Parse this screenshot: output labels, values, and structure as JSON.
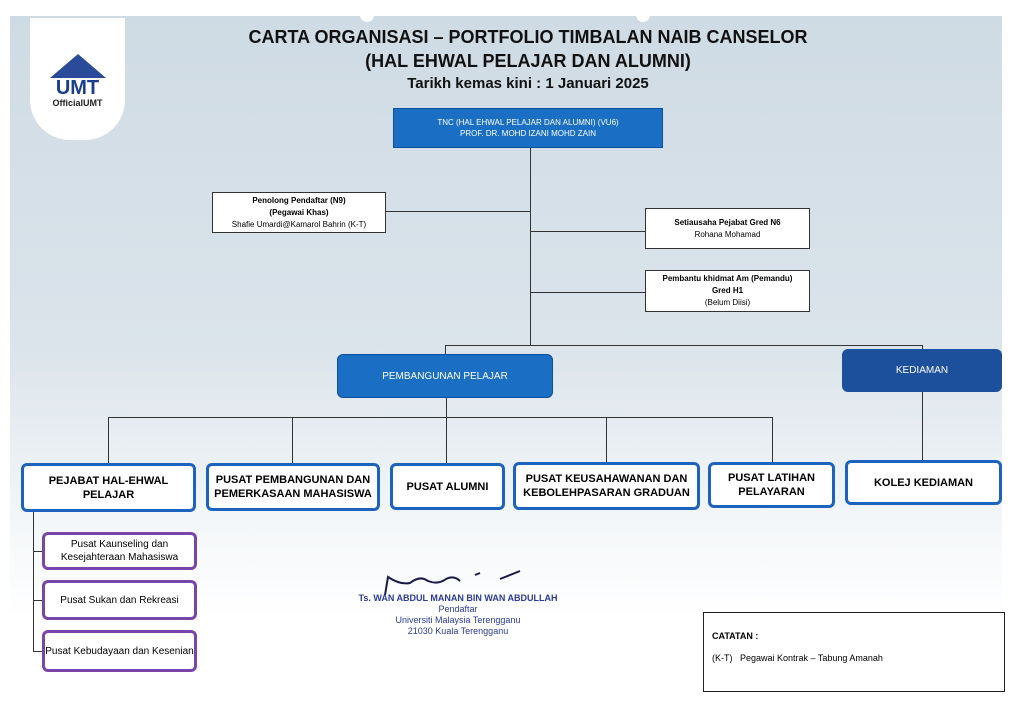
{
  "logo": {
    "name": "UMT",
    "handle": "OfficialUMT"
  },
  "title": {
    "line1": "CARTA ORGANISASI – PORTFOLIO TIMBALAN NAIB CANSELOR",
    "line2": "(HAL EHWAL PELAJAR DAN ALUMNI)",
    "line3": "Tarikh kemas kini : 1 Januari 2025"
  },
  "top": {
    "line1": "TNC (HAL EHWAL PELAJAR DAN ALUMNI) (VU6)",
    "line2": "PROF. DR. MOHD IZANI MOHD ZAIN"
  },
  "staff": [
    {
      "l1": "Penolong Pendaftar (N9)",
      "l2": "(Pegawai Khas)",
      "l3": "Shafie Umardi@Kamarol Bahrin (K-T)"
    },
    {
      "l1": "Setiausaha Pejabat Gred N6",
      "l2": "Rohana Mohamad"
    },
    {
      "l1": "Pembantu khidmat Am (Pemandu)",
      "l2": "Gred H1",
      "l3": "(Belum Diisi)"
    }
  ],
  "divisions": [
    "PEMBANGUNAN PELAJAR",
    "KEDIAMAN"
  ],
  "units": [
    "PEJABAT HAL-EHWAL PELAJAR",
    "PUSAT PEMBANGUNAN DAN PEMERKASAAN MAHASISWA",
    "PUSAT ALUMNI",
    "PUSAT KEUSAHAWANAN DAN KEBOLEHPASARAN GRADUAN",
    "PUSAT LATIHAN PELAYARAN",
    "KOLEJ KEDIAMAN"
  ],
  "subunits": [
    "Pusat Kaunseling dan Kesejahteraan Mahasiswa",
    "Pusat Sukan dan Rekreasi",
    "Pusat Kebudayaan dan Kesenian"
  ],
  "signature": {
    "name": "Ts. WAN ABDUL MANAN BIN WAN ABDULLAH",
    "title": "Pendaftar",
    "org": "Universiti Malaysia Terengganu",
    "addr": "21030 Kuala Terengganu"
  },
  "notes": {
    "heading": "CATATAN :",
    "item": "(K-T)   Pegawai Kontrak – Tabung Amanah"
  }
}
